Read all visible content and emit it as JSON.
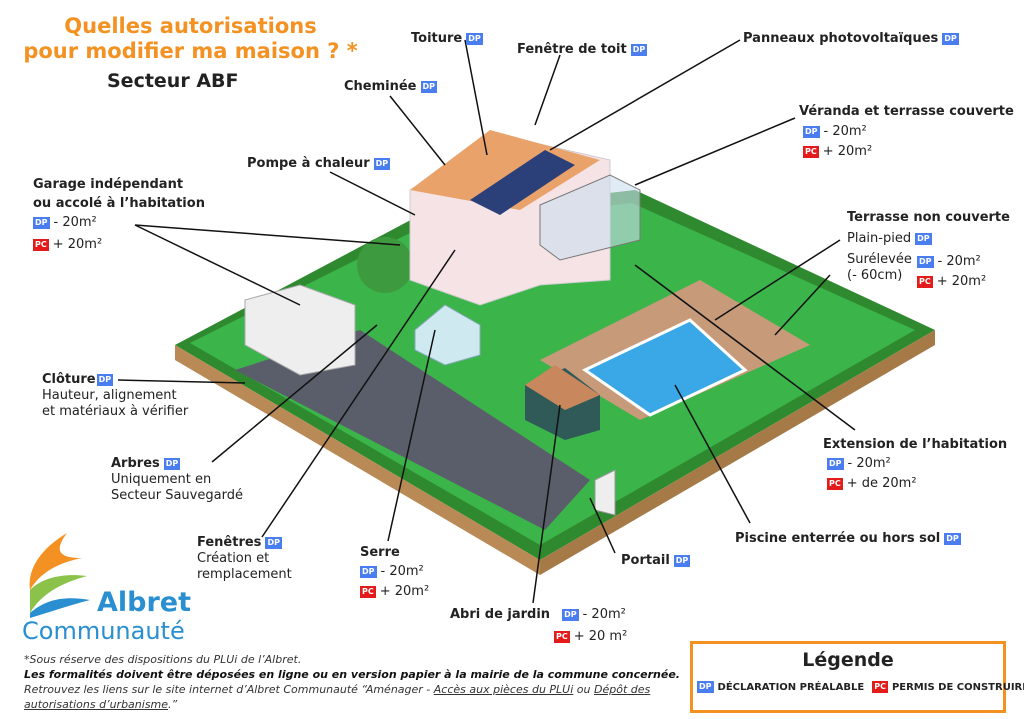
{
  "title": {
    "line1": "Quelles autorisations",
    "line2": "pour modifier ma maison ? *",
    "sector": "Secteur ABF"
  },
  "badges": {
    "dp": "DP",
    "pc": "PC"
  },
  "labels": {
    "toiture": "Toiture",
    "fenetre_toit": "Fenêtre de toit",
    "panneaux": "Panneaux photovoltaïques",
    "cheminee": "Cheminée",
    "veranda": {
      "title": "Véranda et terrasse couverte",
      "dp": "- 20m²",
      "pc": "+ 20m²"
    },
    "pompe": "Pompe à chaleur",
    "garage": {
      "line1": "Garage indépendant",
      "line2": "ou accolé à l’habitation",
      "dp": "- 20m²",
      "pc": "+ 20m²"
    },
    "terrasse": {
      "title": "Terrasse non couverte",
      "plain": "Plain-pied",
      "sur1": "Surélevée",
      "sur2": "(- 60cm)",
      "dp": "- 20m²",
      "pc": "+ 20m²"
    },
    "cloture": {
      "title": "Clôture",
      "line1": "Hauteur, alignement",
      "line2": "et matériaux à vérifier"
    },
    "arbres": {
      "title": "Arbres",
      "line1": "Uniquement en",
      "line2": "Secteur Sauvegardé"
    },
    "extension": {
      "title": "Extension de l’habitation",
      "dp": "- 20m²",
      "pc": "+ de 20m²"
    },
    "fenetres": {
      "title": "Fenêtres",
      "line1": "Création et",
      "line2": "remplacement"
    },
    "serre": {
      "title": "Serre",
      "dp": "- 20m²",
      "pc": "+ 20m²"
    },
    "portail": "Portail",
    "piscine": "Piscine enterrée ou hors sol",
    "abri": {
      "title": "Abri de jardin",
      "dp": "- 20m²",
      "pc": "+ 20 m²"
    }
  },
  "logo": {
    "name1": "Albret",
    "name2": "Communauté"
  },
  "footer": {
    "line1": "*Sous réserve des dispositions du PLUi de l’Albret.",
    "line2": "Les formalités doivent être déposées en ligne ou en version papier à la mairie de la commune concernée.",
    "line3a": "Retrouvez les liens sur le site internet d’Albret Communauté “Aménager - ",
    "link1": "Accès aux pièces du PLUi",
    "line3b": " ou ",
    "link2": "Dépôt des autorisations d’urbanisme",
    "line3c": ".”"
  },
  "legend": {
    "title": "Légende",
    "dp_label": "DÉCLARATION PRÉALABLE",
    "pc_label": "PERMIS DE CONSTRUIRE"
  },
  "colors": {
    "accent": "#f39223",
    "dp": "#4a7ef0",
    "pc": "#e31b1b",
    "lawn": "#3bb44a"
  }
}
